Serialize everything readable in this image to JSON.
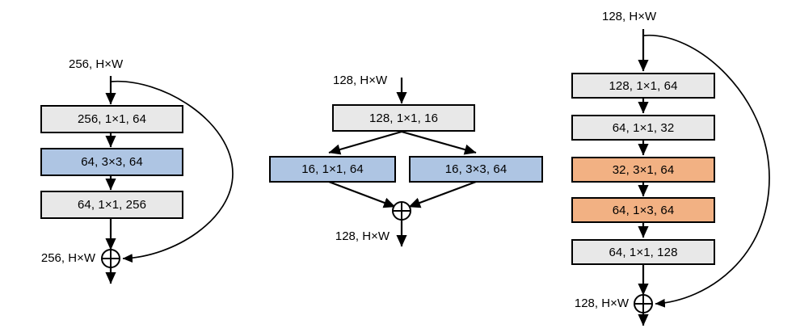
{
  "figure": {
    "type": "diagram",
    "subtype": "neural-network-residual-block-diagram",
    "background": "#ffffff",
    "palette": {
      "gray_fill": "#e8e8e8",
      "blue_fill": "#aec5e3",
      "orange_fill": "#f2b183",
      "stroke": "#000000",
      "text": "#000000"
    }
  },
  "blocks": [
    {
      "id": "block-left",
      "input_label": "256, H×W",
      "output_label": "256, H×W",
      "merge_symbol": "⊕",
      "has_skip_connection": true,
      "layers": [
        {
          "label": "256, 1×1, 64",
          "fill": "gray"
        },
        {
          "label": "64, 3×3, 64",
          "fill": "blue"
        },
        {
          "label": "64, 1×1, 256",
          "fill": "gray"
        }
      ]
    },
    {
      "id": "block-middle",
      "input_label": "128, H×W",
      "output_label": "128, H×W",
      "merge_symbol": "⊕",
      "has_skip_connection": false,
      "layers": [
        {
          "label": "128, 1×1, 16",
          "fill": "gray"
        }
      ],
      "branches": [
        {
          "label": "16, 1×1, 64",
          "fill": "blue"
        },
        {
          "label": "16, 3×3, 64",
          "fill": "blue"
        }
      ]
    },
    {
      "id": "block-right",
      "input_label": "128, H×W",
      "output_label": "128, H×W",
      "merge_symbol": "⊕",
      "has_skip_connection": true,
      "layers": [
        {
          "label": "128, 1×1, 64",
          "fill": "gray"
        },
        {
          "label": "64, 1×1, 32",
          "fill": "gray"
        },
        {
          "label": "32, 3×1, 64",
          "fill": "orange"
        },
        {
          "label": "64, 1×3, 64",
          "fill": "orange"
        },
        {
          "label": "64, 1×1, 128",
          "fill": "gray"
        }
      ]
    }
  ]
}
